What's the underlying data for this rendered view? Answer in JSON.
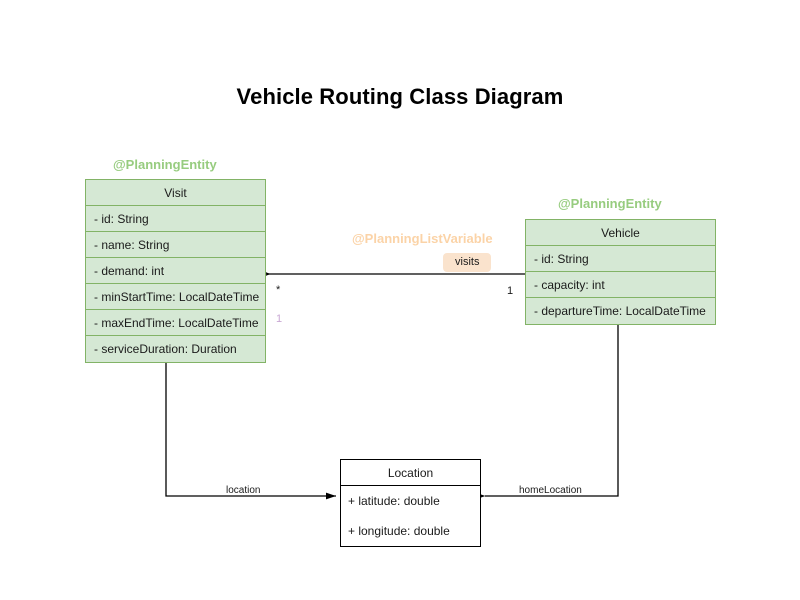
{
  "diagram": {
    "title": "Vehicle Routing Class Diagram",
    "colors": {
      "entity_fill": "#d5e8d4",
      "entity_stroke": "#82b366",
      "plain_fill": "#ffffff",
      "plain_stroke": "#000000",
      "stereotype_entity": "#97cc7f",
      "stereotype_listvar": "#fbd3a7",
      "role_badge_fill": "#fae3cd",
      "multiplicity_accent": "#c9a8d4",
      "line": "#000000",
      "text": "#1a1a1a"
    }
  },
  "classes": {
    "visit": {
      "stereotype": "@PlanningEntity",
      "name": "Visit",
      "attributes": [
        "- id: String",
        "- name: String",
        "- demand: int",
        "- minStartTime: LocalDateTime",
        "- maxEndTime: LocalDateTime",
        "- serviceDuration: Duration"
      ]
    },
    "vehicle": {
      "stereotype": "@PlanningEntity",
      "name": "Vehicle",
      "attributes": [
        "- id: String",
        "- capacity: int",
        "- departureTime: LocalDateTime"
      ]
    },
    "location": {
      "name": "Location",
      "attributes": [
        "+ latitude: double",
        "+ longitude: double"
      ]
    }
  },
  "relations": {
    "visits": {
      "stereotype": "@PlanningListVariable",
      "role": "visits",
      "source_multiplicity": "1",
      "target_multiplicity": "*",
      "extra_multiplicity": "1"
    },
    "visit_location": {
      "role": "location"
    },
    "vehicle_home_location": {
      "role": "homeLocation"
    }
  }
}
